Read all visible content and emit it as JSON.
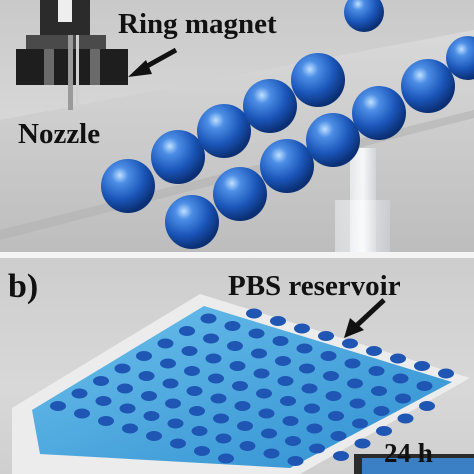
{
  "panel_a": {
    "ring_magnet_label": "Ring magnet",
    "nozzle_label": "Nozzle"
  },
  "panel_b": {
    "panel_letter": "b)",
    "reservoir_label": "PBS reservoir",
    "time_label": "24 h"
  },
  "colors": {
    "bead_blue": "#1f5fbf",
    "reservoir_blue": "#4fa8e0",
    "label_text": "#111111"
  }
}
